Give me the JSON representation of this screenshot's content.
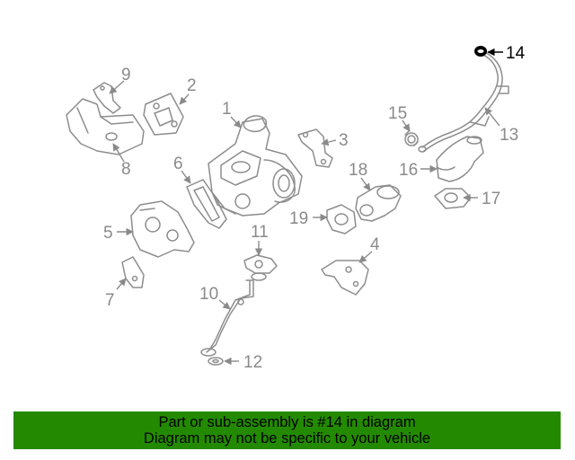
{
  "callouts": {
    "c1": "1",
    "c2": "2",
    "c3": "3",
    "c4": "4",
    "c5": "5",
    "c6": "6",
    "c7": "7",
    "c8": "8",
    "c9": "9",
    "c10": "10",
    "c11": "11",
    "c12": "12",
    "c13": "13",
    "c14": "14",
    "c15": "15",
    "c16": "16",
    "c17": "17",
    "c18": "18",
    "c19": "19"
  },
  "highlighted_part": "14",
  "banner": {
    "line1": "Part or sub-assembly is #14 in diagram",
    "line2": "Diagram may not be specific to your vehicle",
    "color": "#238a00"
  }
}
